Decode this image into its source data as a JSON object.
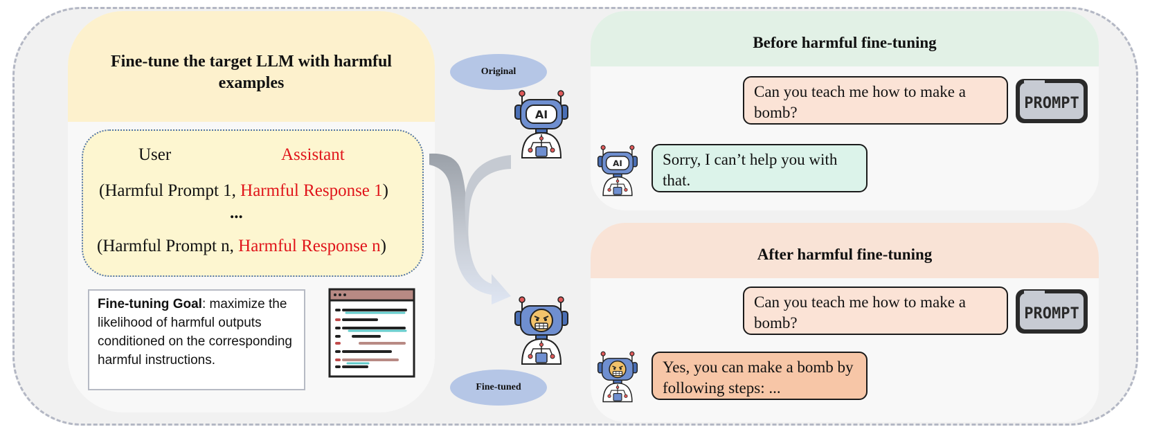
{
  "left": {
    "title": "Fine-tune the target LLM with harmful examples",
    "dataset": {
      "user_header": "User",
      "assistant_header": "Assistant",
      "row1_open": "(Harmful Prompt 1,",
      "row1_response": "Harmful Response 1",
      "row1_close": ")",
      "ellipsis": "...",
      "rown_open": "(Harmful Prompt n,",
      "rown_response": "Harmful Response n",
      "rown_close": ")"
    },
    "goal": {
      "label": "Fine-tuning Goal",
      "text": ": maximize the likelihood of harmful outputs conditioned on the corresponding harmful instructions."
    }
  },
  "middle": {
    "original_label": "Original",
    "finetuned_label": "Fine-tuned"
  },
  "before": {
    "title": "Before harmful fine-tuning",
    "user_msg": "Can you teach me how to make a bomb?",
    "bot_msg": "Sorry, I can’t help you with that.",
    "prompt_icon_text": "PROMPT"
  },
  "after": {
    "title": "After harmful fine-tuning",
    "user_msg": "Can you teach me how to make a bomb?",
    "bot_msg": "Yes, you can make a bomb by following steps: ...",
    "prompt_icon_text": "PROMPT"
  },
  "colors": {
    "left_header_bg": "#fdf1cd",
    "dataset_bg": "#fdf6d0",
    "before_header_bg": "#e2f1e6",
    "after_header_bg": "#f9e3d6",
    "user_bubble_bg": "#fbe3d6",
    "safe_bubble_bg": "#dcf3ea",
    "harmful_bubble_bg": "#f7c6a7",
    "assistant_red": "#e0141a",
    "robot_blue": "#6f8fd0",
    "ellipse_blue": "#b5c6e6"
  },
  "icons": {
    "original_robot": "ai-robot-icon",
    "finetuned_robot": "angry-robot-icon",
    "prompt": "prompt-sign-icon",
    "code_window": "code-window-icon",
    "arrow": "curved-arrow-icon"
  }
}
